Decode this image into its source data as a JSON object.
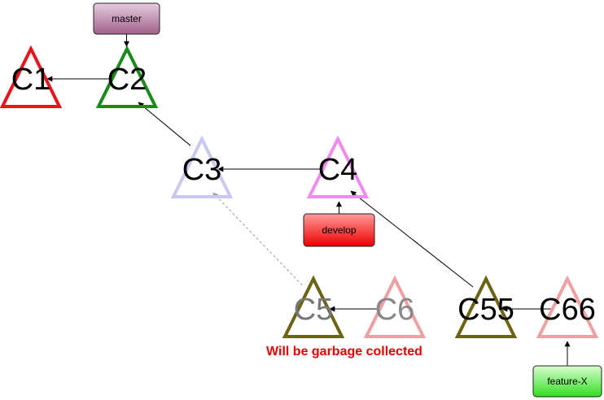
{
  "commits": [
    {
      "id": "c1",
      "label": "C1",
      "color": "#e8141c",
      "label_color": "#000000"
    },
    {
      "id": "c2",
      "label": "C2",
      "color": "#1a8a1a",
      "label_color": "#000000"
    },
    {
      "id": "c3",
      "label": "C3",
      "color": "#c8c8f0",
      "label_color": "#000000"
    },
    {
      "id": "c4",
      "label": "C4",
      "color": "#f08af0",
      "label_color": "#000000"
    },
    {
      "id": "c5",
      "label": "C5",
      "color": "#6b6410",
      "label_color": "#777777"
    },
    {
      "id": "c6",
      "label": "C6",
      "color": "#f0a0a0",
      "label_color": "#888888"
    },
    {
      "id": "c55",
      "label": "C55",
      "color": "#6b6410",
      "label_color": "#000000"
    },
    {
      "id": "c66",
      "label": "C66",
      "color": "#f0a0a0",
      "label_color": "#000000"
    }
  ],
  "branches": [
    {
      "id": "master",
      "label": "master",
      "fill_top": "#e8cce0",
      "fill_bottom": "#a0608a",
      "points_to": "c2"
    },
    {
      "id": "develop",
      "label": "develop",
      "fill_top": "#ff9a9a",
      "fill_bottom": "#ee0000",
      "points_to": "c4"
    },
    {
      "id": "feature-x",
      "label": "feature-X",
      "fill_top": "#d8ffd0",
      "fill_bottom": "#33dd22",
      "points_to": "c66"
    }
  ],
  "edges": [
    {
      "from": "c2",
      "to": "c1",
      "style": "solid"
    },
    {
      "from": "c3",
      "to": "c2",
      "style": "solid"
    },
    {
      "from": "c4",
      "to": "c3",
      "style": "solid"
    },
    {
      "from": "c5",
      "to": "c3",
      "style": "dashed"
    },
    {
      "from": "c6",
      "to": "c5",
      "style": "solid"
    },
    {
      "from": "c55",
      "to": "c4",
      "style": "solid"
    },
    {
      "from": "c66",
      "to": "c55",
      "style": "solid"
    }
  ],
  "note": "Will be garbage collected"
}
